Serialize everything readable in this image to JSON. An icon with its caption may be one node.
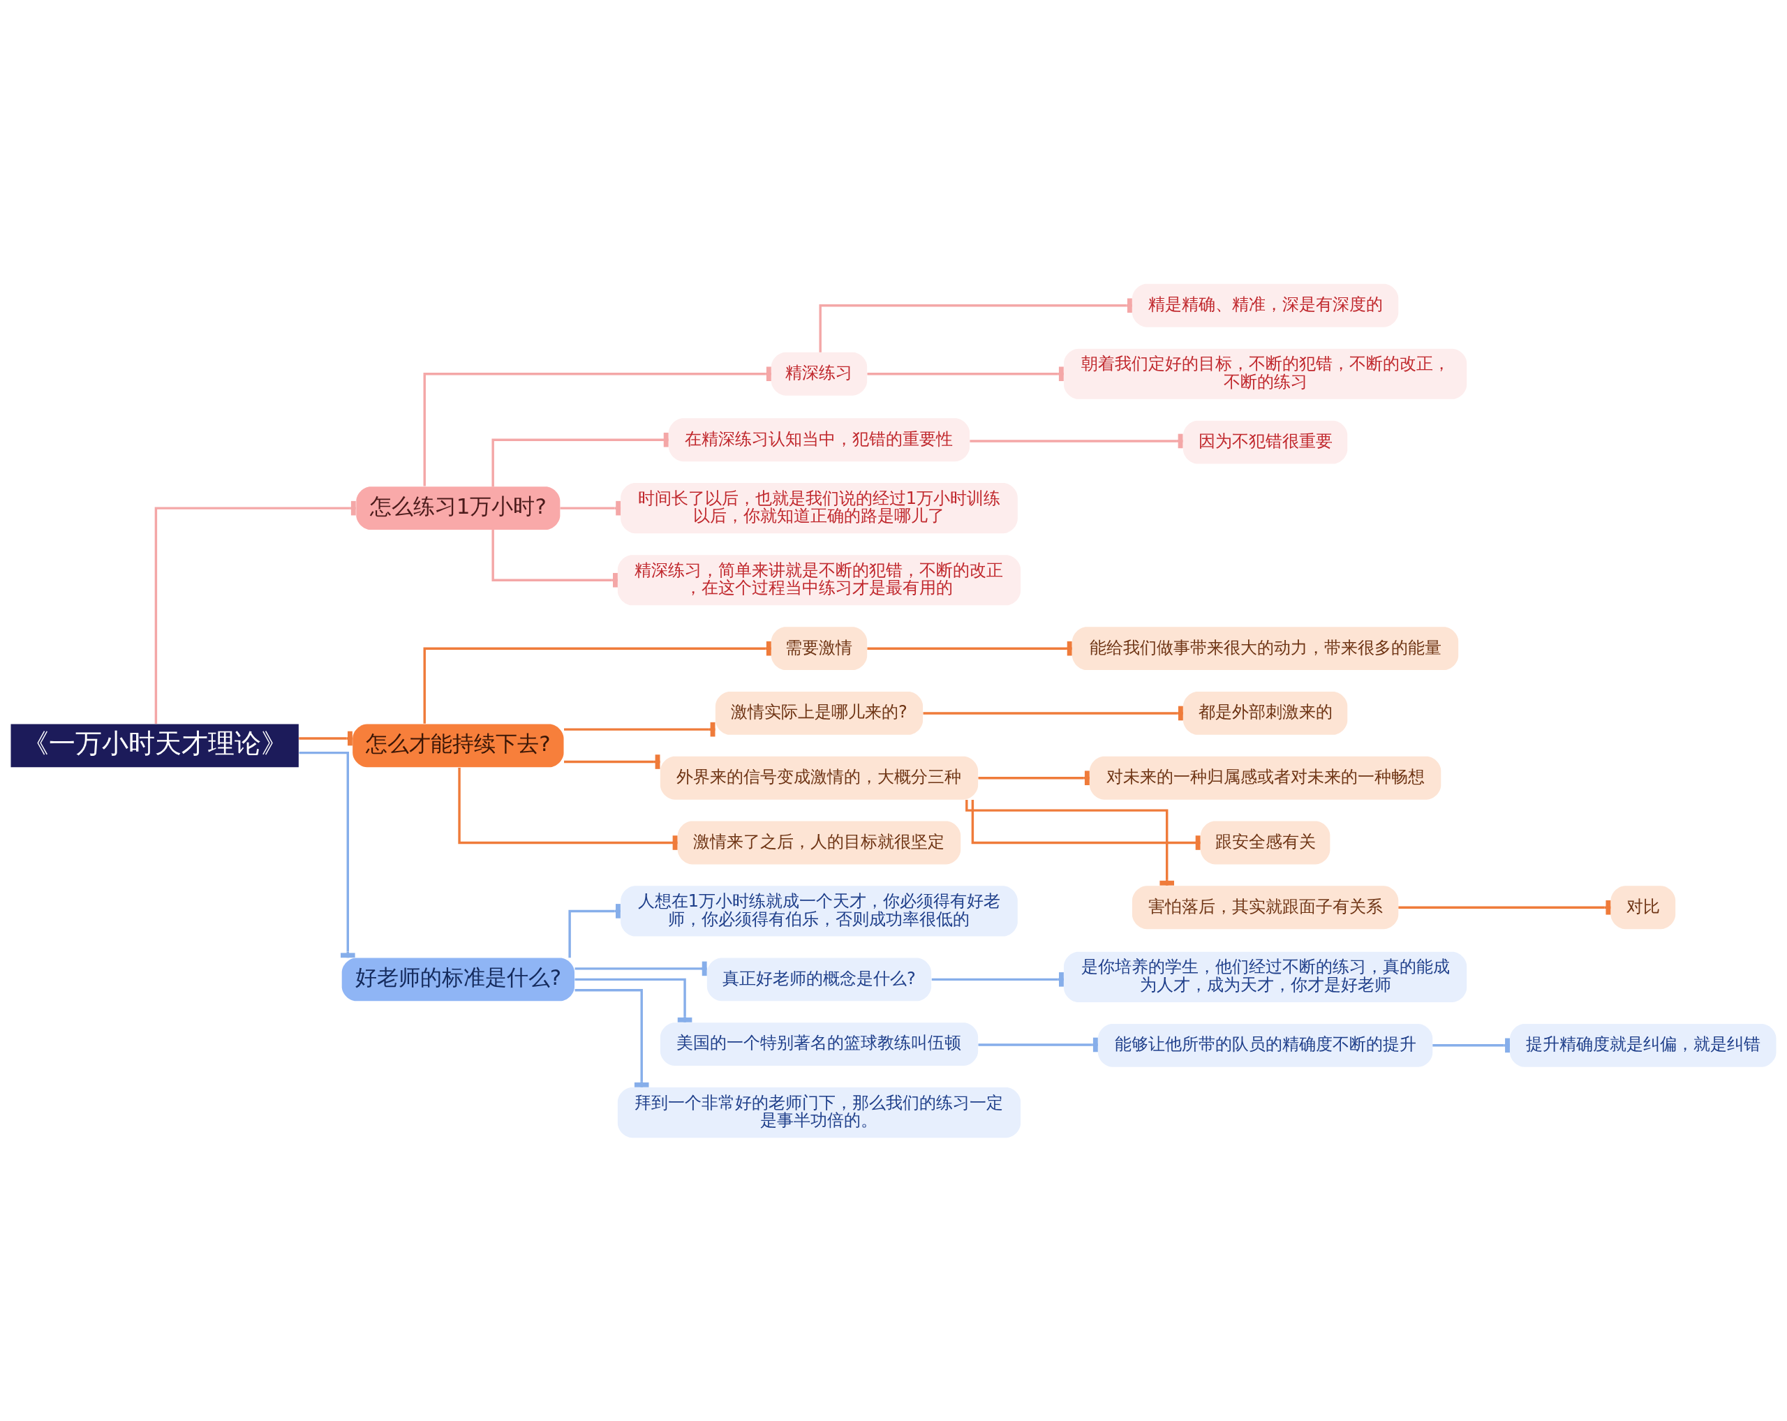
{
  "diagram": {
    "nodes": [
      {
        "text": [
          "《一万小时天才理论》"
        ]
      },
      {
        "text": [
          "怎么练习1万小时?"
        ]
      },
      {
        "text": [
          "精深练习"
        ]
      },
      {
        "text": [
          "精是精确、精准，深是有深度的"
        ]
      },
      {
        "text": [
          "朝着我们定好的目标，不断的犯错，不断的改正，不断的练习"
        ]
      },
      {
        "text": [
          "在精深练习认知当中，犯错的重要性"
        ]
      },
      {
        "text": [
          "因为不犯错很重要"
        ]
      },
      {
        "text": [
          "时间长了以后，也就是我们说的经过1万小时训练以后，你就知道正确的路是哪儿了"
        ]
      },
      {
        "text": [
          "精深练习，简单来讲就是不断的犯错，不断的改正，在这个过程当中练习才是最有用的"
        ]
      },
      {
        "text": [
          "怎么才能持续下去?"
        ]
      },
      {
        "text": [
          "需要激情"
        ]
      },
      {
        "text": [
          "能给我们做事带来很大的动力，带来很多的能量"
        ]
      },
      {
        "text": [
          "激情实际上是哪儿来的?"
        ]
      },
      {
        "text": [
          "都是外部刺激来的"
        ]
      },
      {
        "text": [
          "外界来的信号变成激情的，大概分三种"
        ]
      },
      {
        "text": [
          "对未来的一种归属感或者对未来的一种畅想"
        ]
      },
      {
        "text": [
          "跟安全感有关"
        ]
      },
      {
        "text": [
          "害怕落后，其实就跟面子有关系"
        ]
      },
      {
        "text": [
          "对比"
        ]
      },
      {
        "text": [
          "激情来了之后，人的目标就很坚定"
        ]
      },
      {
        "text": [
          "好老师的标准是什么?"
        ]
      },
      {
        "text": [
          "人想在1万小时练就成一个天才，你必须得有好老师，你必须得有伯乐，否则成功率很低的"
        ]
      },
      {
        "text": [
          "真正好老师的概念是什么?"
        ]
      },
      {
        "text": [
          "是你培养的学生，他们经过不断的练习，真的能成为人才，成为天才，你才是好老师"
        ]
      },
      {
        "text": [
          "美国的一个特别著名的篮球教练叫伍顿"
        ]
      },
      {
        "text": [
          "能够让他所带的队员的精确度不断的提升"
        ]
      },
      {
        "text": [
          "提升精确度就是纠偏，就是纠错"
        ]
      },
      {
        "text": [
          "拜到一个非常好的老师门下，那么我们的练习一定是事半功倍的。"
        ]
      }
    ],
    "edges": [
      {
        "from": 0,
        "to": 1,
        "arrow": "other",
        "color": "#f4a7a7"
      },
      {
        "from": 1,
        "to": 2,
        "arrow": "other",
        "color": "#f4a7a7"
      },
      {
        "from": 2,
        "to": 3,
        "arrow": "other",
        "color": "#f4a7a7"
      },
      {
        "from": 2,
        "to": 4,
        "arrow": "other",
        "color": "#f4a7a7"
      },
      {
        "from": 1,
        "to": 5,
        "arrow": "other",
        "color": "#f4a7a7"
      },
      {
        "from": 5,
        "to": 6,
        "arrow": "other",
        "color": "#f4a7a7"
      },
      {
        "from": 1,
        "to": 7,
        "arrow": "other",
        "color": "#f4a7a7"
      },
      {
        "from": 1,
        "to": 8,
        "arrow": "other",
        "color": "#f4a7a7"
      },
      {
        "from": 0,
        "to": 9,
        "arrow": "other"
      },
      {
        "from": 9,
        "to": 10,
        "arrow": "other"
      },
      {
        "from": 10,
        "to": 11,
        "arrow": "other"
      },
      {
        "from": 9,
        "to": 12,
        "arrow": "other"
      },
      {
        "from": 12,
        "to": 13,
        "arrow": "other"
      },
      {
        "from": 9,
        "to": 14,
        "arrow": "other"
      },
      {
        "from": 14,
        "to": 15,
        "arrow": "other"
      },
      {
        "from": 14,
        "to": 16,
        "arrow": "other"
      },
      {
        "from": 14,
        "to": 17,
        "arrow": "other"
      },
      {
        "from": 17,
        "to": 18,
        "arrow": "other"
      },
      {
        "from": 9,
        "to": 19,
        "arrow": "other"
      },
      {
        "from": 0,
        "to": 20,
        "arrow": "other",
        "color": "#86aeea"
      },
      {
        "from": 20,
        "to": 21,
        "arrow": "other",
        "color": "#86aeea"
      },
      {
        "from": 20,
        "to": 22,
        "arrow": "other",
        "color": "#86aeea"
      },
      {
        "from": 22,
        "to": 23,
        "arrow": "other",
        "color": "#86aeea"
      },
      {
        "from": 20,
        "to": 24,
        "arrow": "other",
        "color": "#86aeea"
      },
      {
        "from": 24,
        "to": 25,
        "arrow": "other",
        "color": "#86aeea"
      },
      {
        "from": 25,
        "to": 26,
        "arrow": "other",
        "color": "#86aeea"
      },
      {
        "from": 20,
        "to": 27,
        "arrow": "other",
        "color": "#86aeea"
      }
    ]
  }
}
